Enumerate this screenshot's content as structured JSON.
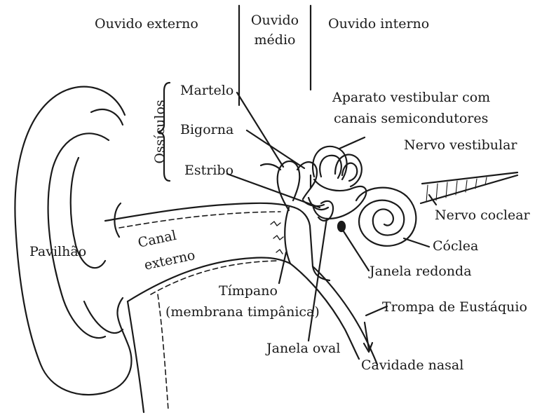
{
  "regions": {
    "outer": "Ouvido externo",
    "middle_line1": "Ouvido",
    "middle_line2": "médio",
    "inner": "Ouvido interno"
  },
  "ossicles": {
    "group": "Ossículos",
    "hammer": "Martelo",
    "anvil": "Bigorna",
    "stirrup": "Estribo"
  },
  "labels": {
    "vestibular_line1": "Aparato vestibular com",
    "vestibular_line2": "canais semicondutores",
    "vestibular_nerve": "Nervo vestibular",
    "cochlear_nerve": "Nervo coclear",
    "cochlea": "Cóclea",
    "round_window": "Janela redonda",
    "eustachian": "Trompa de Eustáquio",
    "nasal_cavity": "Cavidade nasal",
    "oval_window": "Janela oval",
    "eardrum_line1": "Tímpano",
    "eardrum_line2": "(membrana timpânica)",
    "canal_line1": "Canal",
    "canal_line2": "externo",
    "pinna": "Pavilhão"
  }
}
